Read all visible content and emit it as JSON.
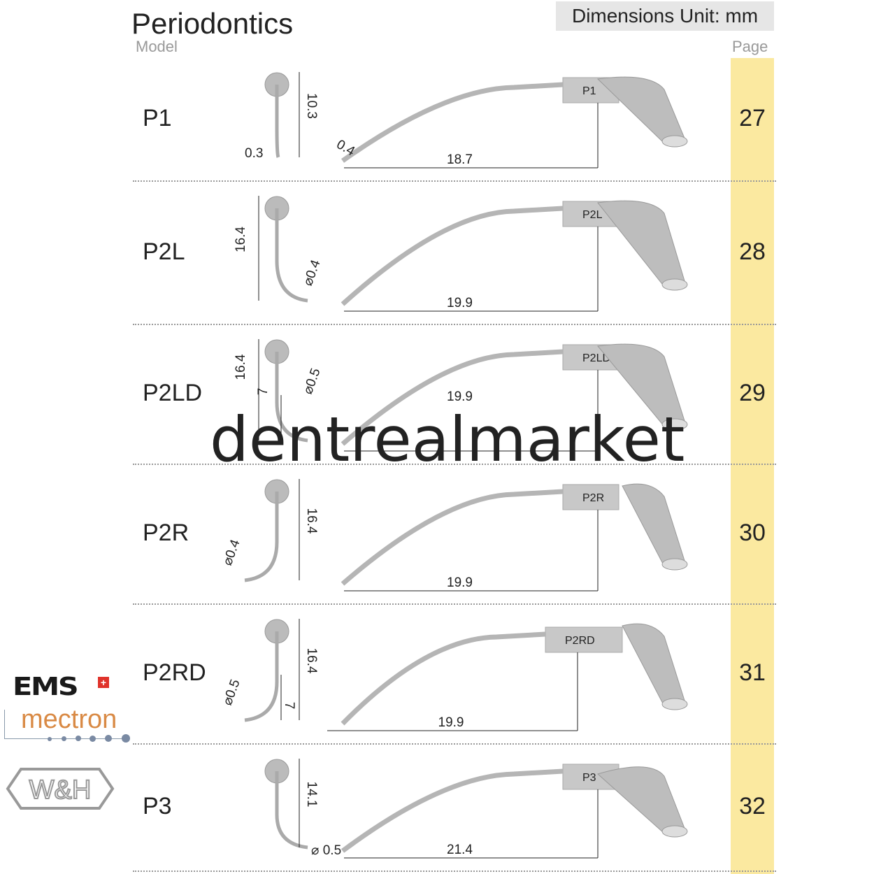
{
  "header": {
    "title": "Periodontics",
    "units": "Dimensions Unit: mm",
    "model_label": "Model",
    "page_label": "Page"
  },
  "rows": [
    {
      "model": "P1",
      "page": "27",
      "tip_label": "P1",
      "front_dims": [
        "10.3",
        "0.3"
      ],
      "side_dims": [
        "0.4",
        "18.7"
      ]
    },
    {
      "model": "P2L",
      "page": "28",
      "tip_label": "P2L",
      "front_dims": [
        "16.4",
        "⌀0.4"
      ],
      "side_dims": [
        "19.9"
      ]
    },
    {
      "model": "P2LD",
      "page": "29",
      "tip_label": "P2LD",
      "front_dims": [
        "16.4",
        "7",
        "⌀0.5"
      ],
      "side_dims": [
        "19.9"
      ]
    },
    {
      "model": "P2R",
      "page": "30",
      "tip_label": "P2R",
      "front_dims": [
        "16.4",
        "⌀0.4"
      ],
      "side_dims": [
        "19.9"
      ]
    },
    {
      "model": "P2RD",
      "page": "31",
      "tip_label": "P2RD",
      "front_dims": [
        "16.4",
        "7",
        "⌀0.5"
      ],
      "side_dims": [
        "19.9"
      ]
    },
    {
      "model": "P3",
      "page": "32",
      "tip_label": "P3",
      "front_dims": [
        "14.1",
        "⌀ 0.5"
      ],
      "side_dims": [
        "21.4"
      ]
    }
  ],
  "watermark": "dentrealmarket",
  "logos": {
    "ems": "EMS",
    "mectron": "mectron",
    "wh": "W&H"
  },
  "colors": {
    "page_column": "#fbe9a0",
    "mectron": "#d98a45",
    "ems_cross": "#e0332b"
  }
}
